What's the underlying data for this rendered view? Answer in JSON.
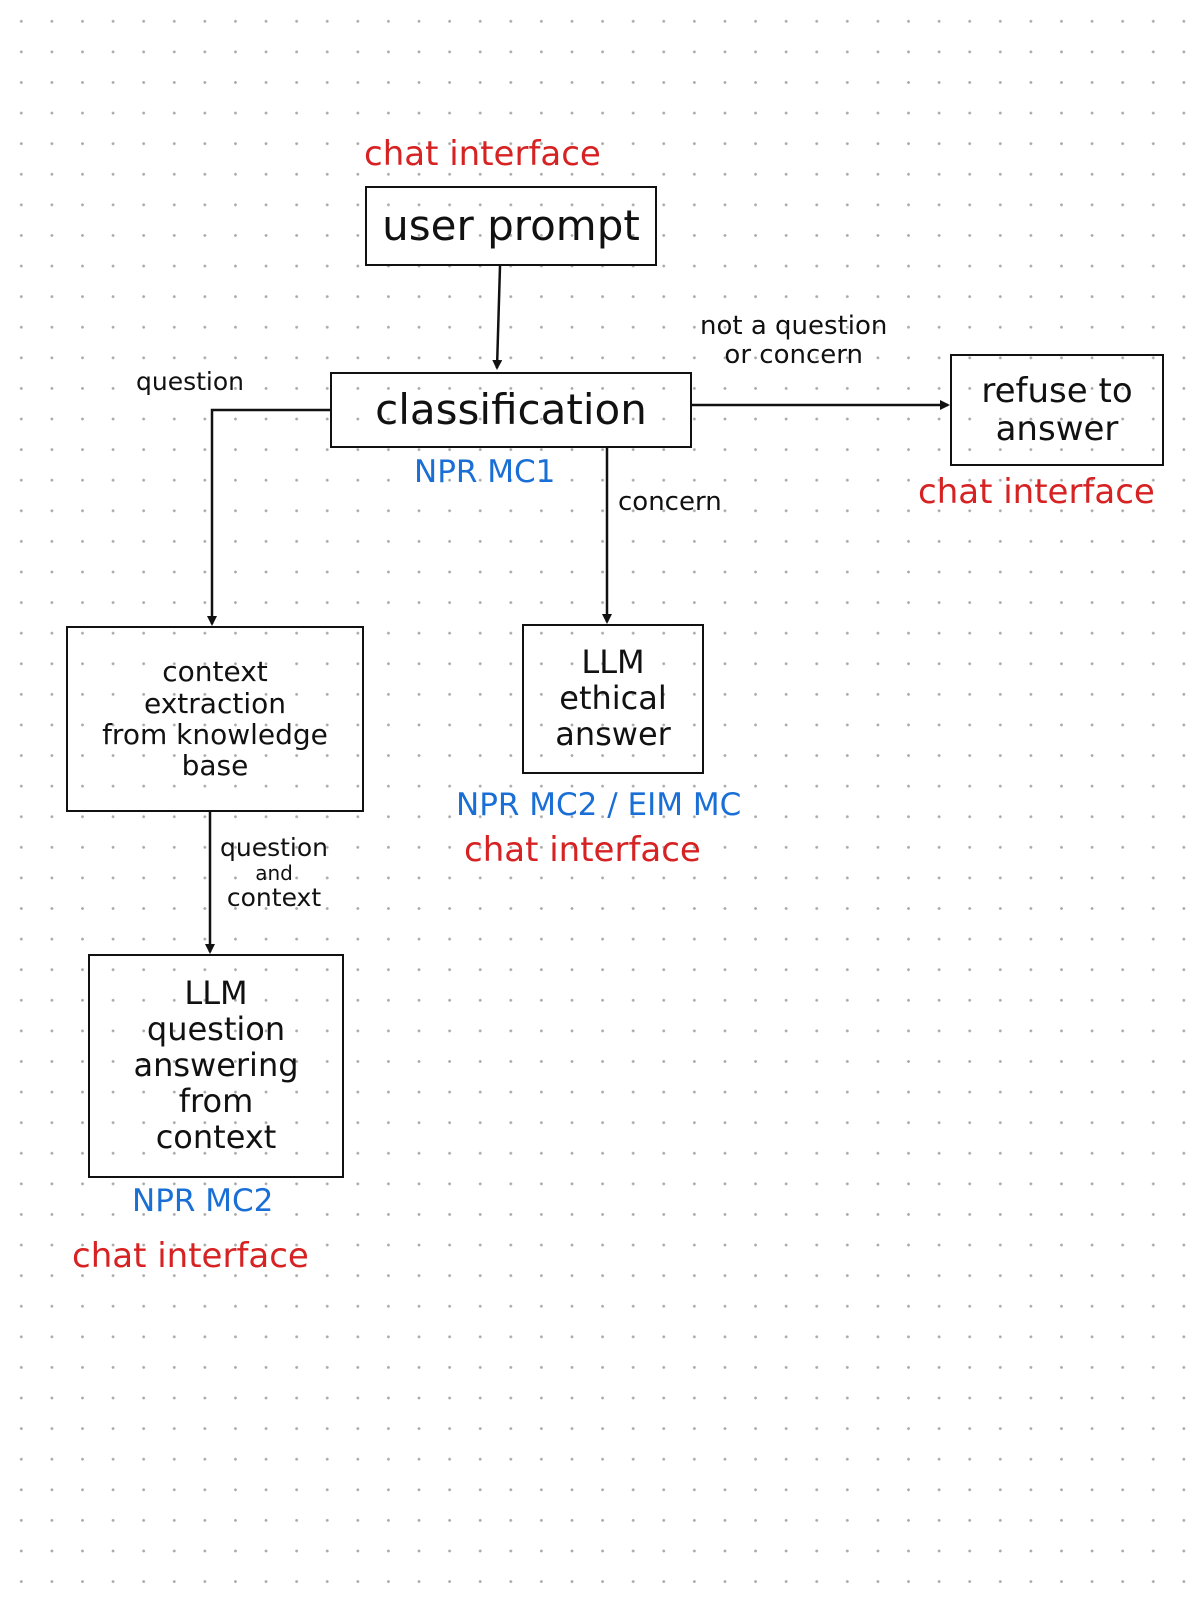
{
  "nodes": {
    "user_prompt": {
      "lines": [
        "user prompt"
      ]
    },
    "classification": {
      "lines": [
        "classification"
      ]
    },
    "refuse": {
      "lines": [
        "refuse to",
        "answer"
      ]
    },
    "context_extraction": {
      "lines": [
        "context",
        "extraction",
        "from knowledge",
        "base"
      ]
    },
    "llm_ethical": {
      "lines": [
        "LLM",
        "ethical",
        "answer"
      ]
    },
    "llm_qa": {
      "lines": [
        "LLM",
        "question",
        "answering",
        "from",
        "context"
      ]
    }
  },
  "annotations": {
    "chat_interface": "chat interface",
    "npr_mc1": "NPR MC1",
    "npr_mc2_eim_mc": "NPR MC2 / EIM MC",
    "npr_mc2": "NPR MC2"
  },
  "edge_labels": {
    "question": "question",
    "not_a_question_or_concern": [
      "not a question",
      "or concern"
    ],
    "concern": "concern",
    "question_and_context": [
      "question",
      "and",
      "context"
    ]
  },
  "colors": {
    "ink": "#111111",
    "interface_red": "#d62222",
    "component_blue": "#1a6fd6",
    "grid_dot": "#a9a9a9"
  }
}
